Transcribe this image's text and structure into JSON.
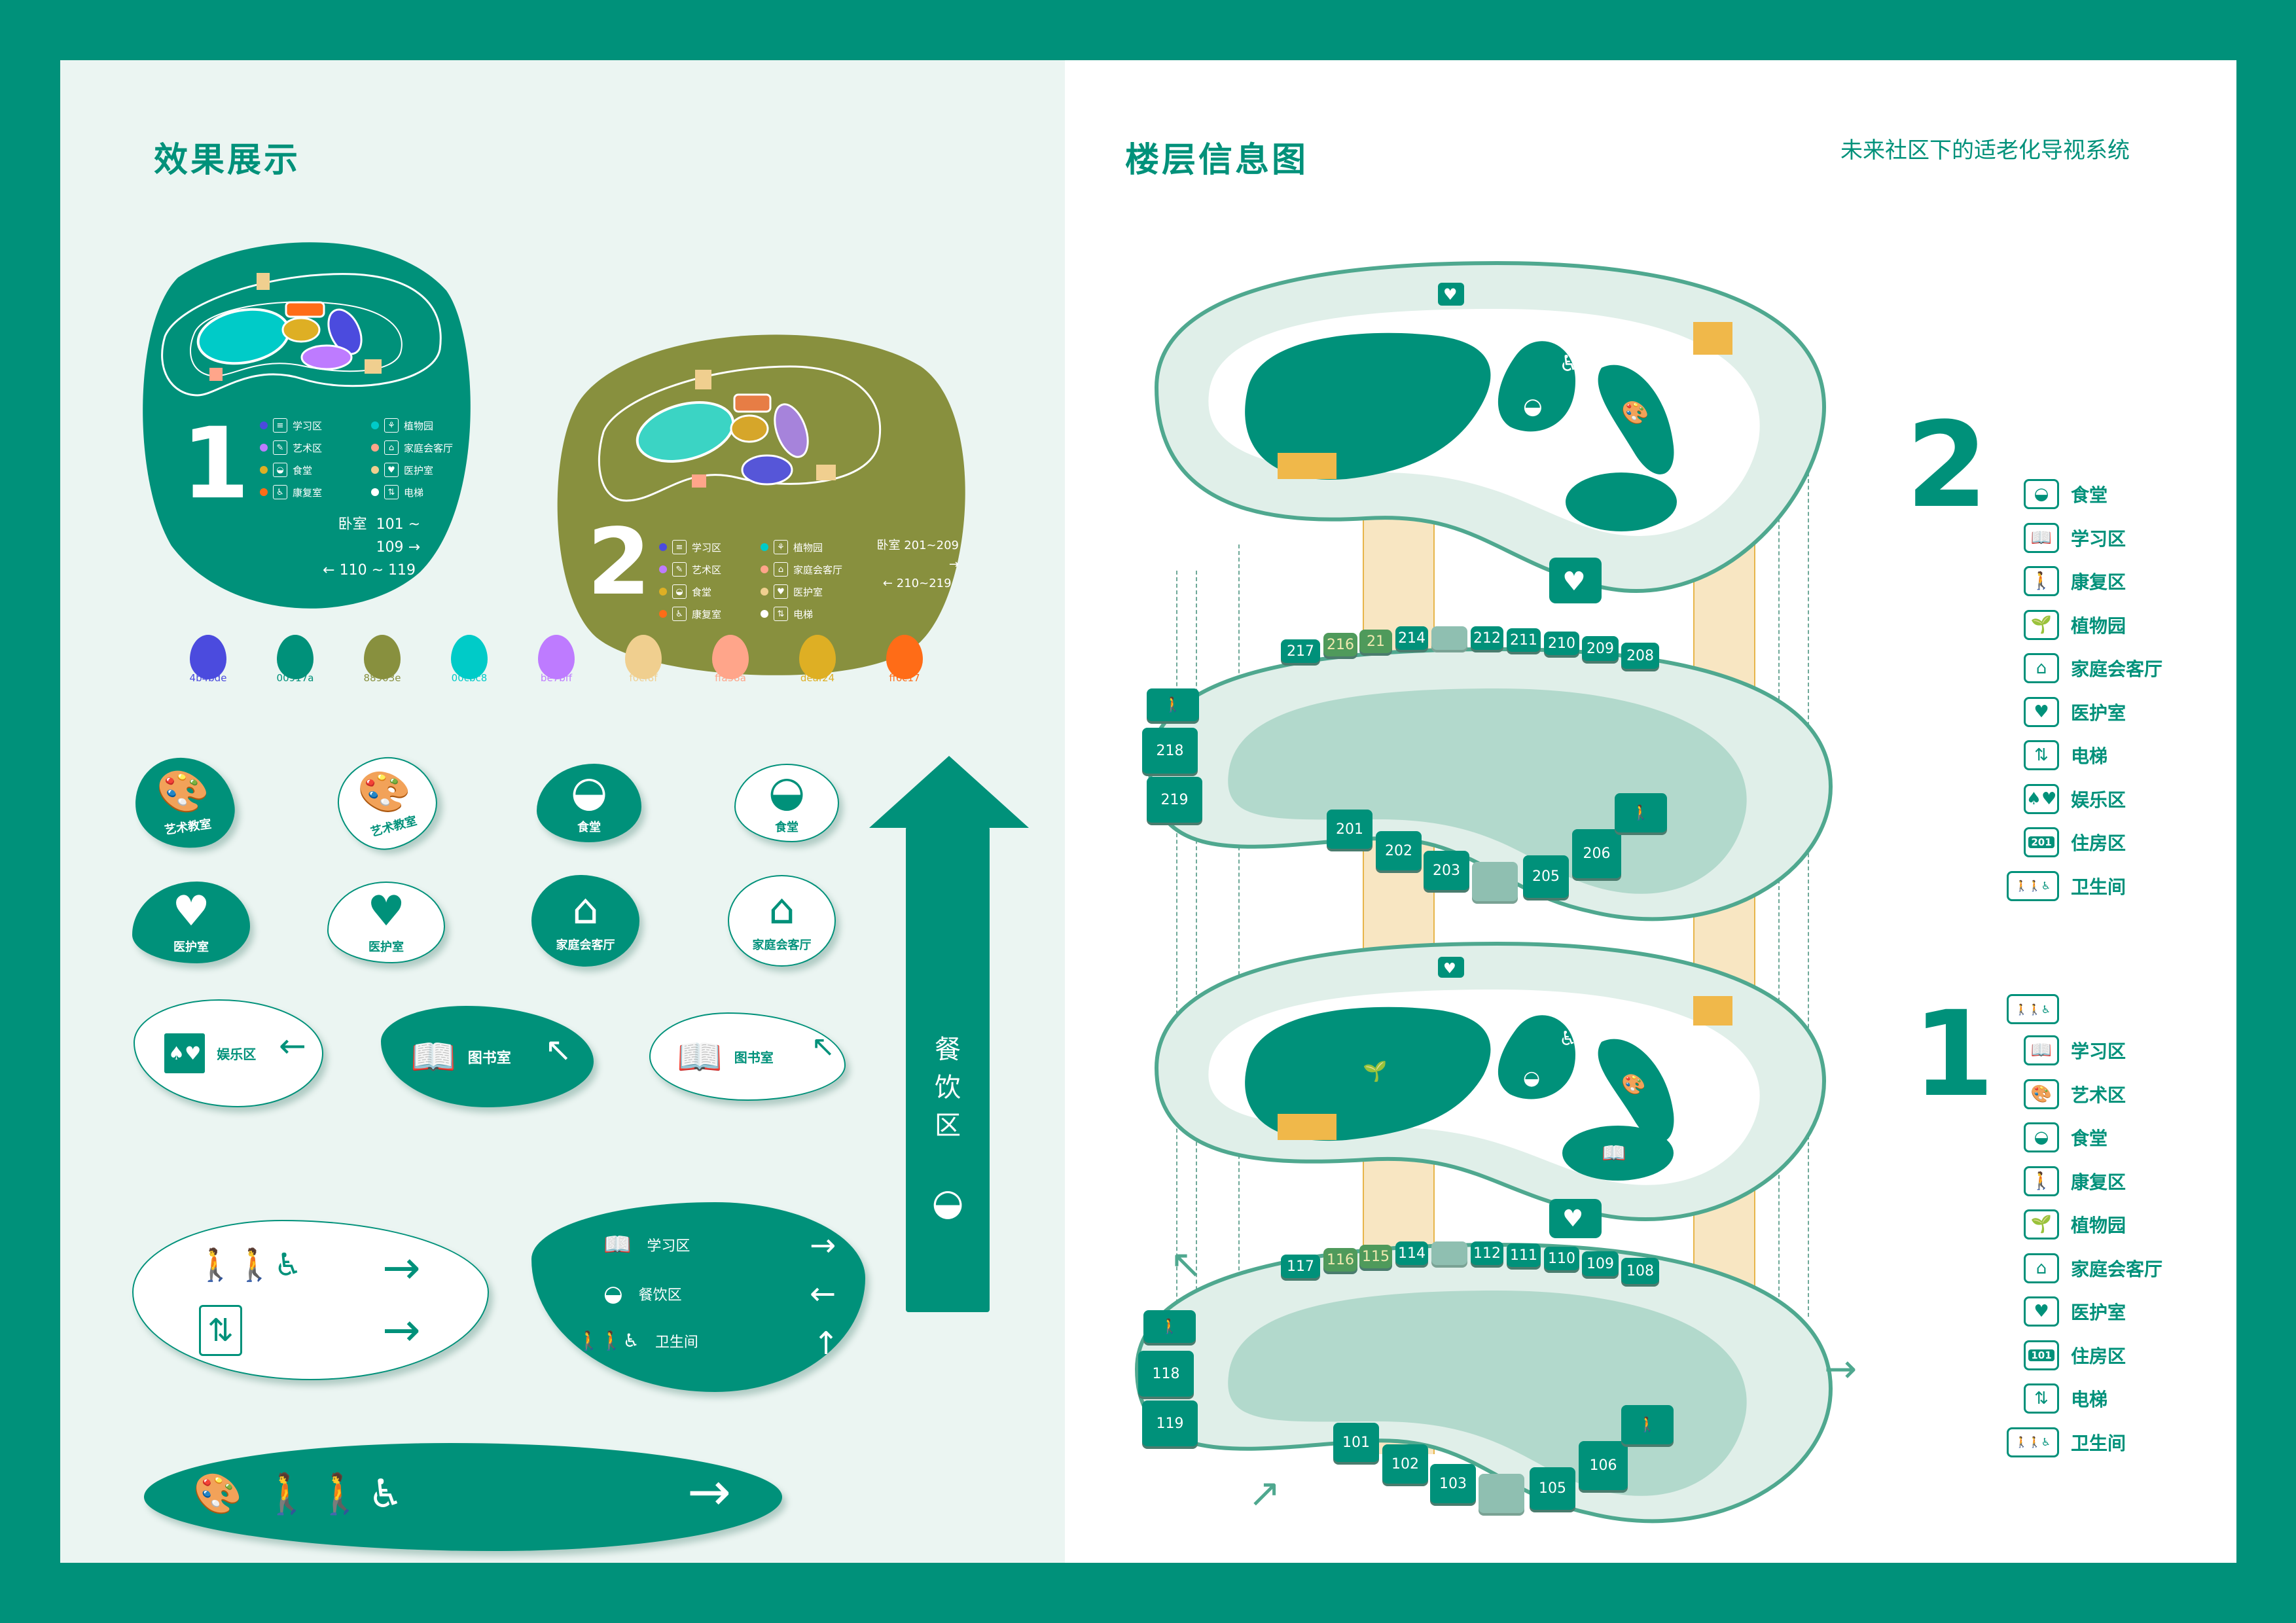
{
  "left_panel": {
    "title": "效果展示",
    "floor_signs": [
      {
        "floor": "1",
        "bg_color": "#00917a",
        "legend": [
          {
            "dot": "#4b4bde",
            "icon": "study-icon",
            "glyph": "📖",
            "label": "学习区"
          },
          {
            "dot": "#00cbc8",
            "icon": "plant-icon",
            "glyph": "🌱",
            "label": "植物园"
          },
          {
            "dot": "#be7bff",
            "icon": "palette-icon",
            "glyph": "🎨",
            "label": "艺术区"
          },
          {
            "dot": "#ffa58a",
            "icon": "family-house-icon",
            "glyph": "⌂",
            "label": "家庭会客厅"
          },
          {
            "dot": "#deaf24",
            "icon": "rice-bowl-icon",
            "glyph": "◒",
            "label": "食堂"
          },
          {
            "dot": "#f0cf8f",
            "icon": "heart-cross-icon",
            "glyph": "♥",
            "label": "医护室"
          },
          {
            "dot": "#ff6c17",
            "icon": "rehab-walker-icon",
            "glyph": "♿",
            "label": "康复室"
          },
          {
            "dot": "#ffffff",
            "icon": "elevator-icon",
            "glyph": "⇅",
            "label": "电梯"
          }
        ],
        "rooms_label": "卧室",
        "range_right": "101 ~ 109",
        "range_left": "110 ~ 119"
      },
      {
        "floor": "2",
        "bg_color": "#88903e",
        "legend": [
          {
            "dot": "#4b4bde",
            "icon": "study-icon",
            "glyph": "📖",
            "label": "学习区"
          },
          {
            "dot": "#00cbc8",
            "icon": "plant-icon",
            "glyph": "🌱",
            "label": "植物园"
          },
          {
            "dot": "#be7bff",
            "icon": "palette-icon",
            "glyph": "🎨",
            "label": "艺术区"
          },
          {
            "dot": "#ffa58a",
            "icon": "family-house-icon",
            "glyph": "⌂",
            "label": "家庭会客厅"
          },
          {
            "dot": "#deaf24",
            "icon": "rice-bowl-icon",
            "glyph": "◒",
            "label": "食堂"
          },
          {
            "dot": "#f0cf8f",
            "icon": "heart-cross-icon",
            "glyph": "♥",
            "label": "医护室"
          },
          {
            "dot": "#ff6c17",
            "icon": "rehab-walker-icon",
            "glyph": "♿",
            "label": "康复室"
          },
          {
            "dot": "#ffffff",
            "icon": "elevator-icon",
            "glyph": "⇅",
            "label": "电梯"
          }
        ],
        "rooms_label": "卧室",
        "range_right": "201~209",
        "range_left": "210~219"
      }
    ],
    "palette": [
      {
        "hex": "#4b4bde",
        "label": "4b4bde"
      },
      {
        "hex": "#00917a",
        "label": "00917a"
      },
      {
        "hex": "#88903e",
        "label": "88903e"
      },
      {
        "hex": "#00cbc8",
        "label": "00cbc8"
      },
      {
        "hex": "#be7bff",
        "label": "be7bff"
      },
      {
        "hex": "#f0cf8f",
        "label": "f0cf8f"
      },
      {
        "hex": "#ffa58a",
        "label": "ffa58a"
      },
      {
        "hex": "#deaf24",
        "label": "deaf24"
      },
      {
        "hex": "#ff6c17",
        "label": "ff6c17"
      }
    ],
    "blob_signs": [
      {
        "label": "艺术教室",
        "glyph": "🎨",
        "style": "dark"
      },
      {
        "label": "艺术教室",
        "glyph": "🎨",
        "style": "light"
      },
      {
        "label": "食堂",
        "glyph": "◒",
        "style": "dark"
      },
      {
        "label": "食堂",
        "glyph": "◒",
        "style": "light"
      },
      {
        "label": "医护室",
        "glyph": "♥",
        "style": "dark"
      },
      {
        "label": "医护室",
        "glyph": "♥",
        "style": "light"
      },
      {
        "label": "家庭会客厅",
        "glyph": "⌂",
        "style": "dark"
      },
      {
        "label": "家庭会客厅",
        "glyph": "⌂",
        "style": "light"
      }
    ],
    "direction_signs": [
      {
        "label": "娱乐区",
        "glyph": "♠♥",
        "arrow": "←",
        "style": "light"
      },
      {
        "label": "图书室",
        "glyph": "📖",
        "arrow": "↖",
        "style": "dark"
      },
      {
        "label": "图书室",
        "glyph": "📖",
        "arrow": "↖",
        "style": "light"
      }
    ],
    "restroom_sign": {
      "rows": [
        {
          "glyph": "🚶🚶♿",
          "arrow": "→"
        },
        {
          "glyph": "⇅",
          "arrow": "→"
        }
      ]
    },
    "multi_sign": {
      "rows": [
        {
          "glyph": "📖",
          "label": "学习区",
          "arrow": "→"
        },
        {
          "glyph": "◒",
          "label": "餐饮区",
          "arrow": "←"
        },
        {
          "glyph": "🚶🚶♿",
          "label": "卫生间",
          "arrow": "↑"
        }
      ]
    },
    "bar_sign": {
      "glyphs": "🎨  🚶🚶♿",
      "arrow": "→"
    },
    "big_arrow": {
      "label_lines": [
        "餐",
        "饮",
        "区"
      ],
      "glyph": "◒"
    }
  },
  "right_panel": {
    "title": "楼层信息图",
    "subtitle": "未来社区下的适老化导视系统",
    "floor2_rooms_top": [
      "217",
      "216",
      "21",
      "214",
      "212",
      "211",
      "210",
      "209",
      "208"
    ],
    "floor2_rooms_side": [
      "218",
      "219"
    ],
    "floor2_rooms_bottom": [
      "201",
      "202",
      "203",
      "205",
      "206"
    ],
    "floor1_rooms_top": [
      "117",
      "116",
      "115",
      "114",
      "112",
      "111",
      "110",
      "109",
      "108"
    ],
    "floor1_rooms_side": [
      "118",
      "119"
    ],
    "floor1_rooms_bottom": [
      "101",
      "102",
      "103",
      "105",
      "106"
    ],
    "legend_floor2": {
      "floor": "2",
      "items": [
        {
          "icon": "rice-bowl-icon",
          "glyph": "◒",
          "label": "食堂"
        },
        {
          "icon": "study-icon",
          "glyph": "📖",
          "label": "学习区"
        },
        {
          "icon": "rehab-walker-icon",
          "glyph": "🚶",
          "label": "康复区"
        },
        {
          "icon": "plant-icon",
          "glyph": "🌱",
          "label": "植物园"
        },
        {
          "icon": "family-house-icon",
          "glyph": "⌂",
          "label": "家庭会客厅"
        },
        {
          "icon": "heart-cross-icon",
          "glyph": "♥",
          "label": "医护室"
        },
        {
          "icon": "elevator-icon",
          "glyph": "⇅",
          "label": "电梯"
        },
        {
          "icon": "cards-icon",
          "glyph": "♠♥",
          "label": "娱乐区"
        },
        {
          "icon": "room-number-icon",
          "glyph": "201",
          "label": "住房区"
        },
        {
          "icon": "restroom-icon",
          "glyph": "🚶🚶♿",
          "label": "卫生间"
        }
      ]
    },
    "legend_floor1": {
      "floor": "1",
      "items": [
        {
          "icon": "restroom-icon",
          "glyph": "🚶🚶♿",
          "label": ""
        },
        {
          "icon": "study-icon",
          "glyph": "📖",
          "label": "学习区"
        },
        {
          "icon": "palette-icon",
          "glyph": "🎨",
          "label": "艺术区"
        },
        {
          "icon": "rice-bowl-icon",
          "glyph": "◒",
          "label": "食堂"
        },
        {
          "icon": "rehab-walker-icon",
          "glyph": "🚶",
          "label": "康复区"
        },
        {
          "icon": "plant-icon",
          "glyph": "🌱",
          "label": "植物园"
        },
        {
          "icon": "family-house-icon",
          "glyph": "⌂",
          "label": "家庭会客厅"
        },
        {
          "icon": "heart-cross-icon",
          "glyph": "♥",
          "label": "医护室"
        },
        {
          "icon": "room-number-icon",
          "glyph": "101",
          "label": "住房区"
        },
        {
          "icon": "elevator-icon",
          "glyph": "⇅",
          "label": "电梯"
        },
        {
          "icon": "restroom-icon",
          "glyph": "🚶🚶♿",
          "label": "卫生间"
        }
      ]
    }
  },
  "colors": {
    "frame": "#00917a",
    "left_bg": "#ebf5f2",
    "right_bg": "#ffffff",
    "accent": "#00917a",
    "pale_green": "#b2d9cc",
    "stair_amber": "#f0c060"
  }
}
